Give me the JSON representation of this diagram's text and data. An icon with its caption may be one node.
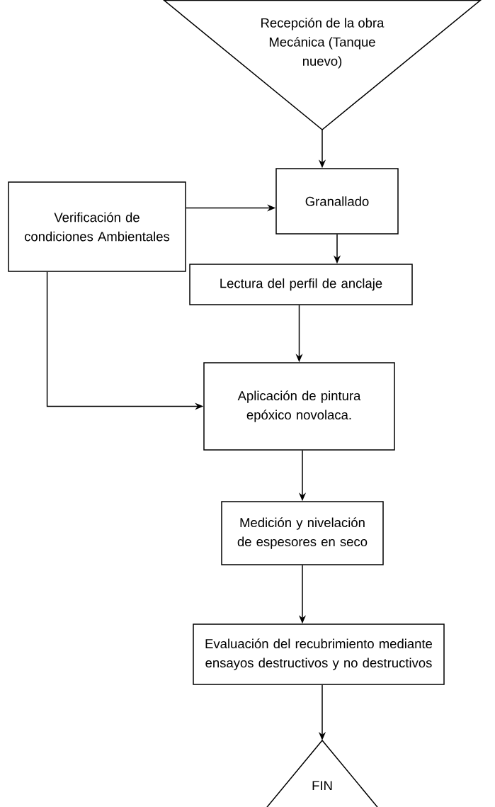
{
  "diagram": {
    "nodes": [
      {
        "text": [
          "Recepción de la obra Mecánica (Tanque nuevo)"
        ]
      },
      {
        "text": [
          "Verificación de condiciones Ambientales"
        ]
      },
      {
        "text": [
          "Granallado"
        ]
      },
      {
        "text": [
          "Lectura del perfil de anclaje"
        ]
      },
      {
        "text": [
          "Aplicación de pintura epóxico novolaca."
        ]
      },
      {
        "text": [
          "Medición y nivelación de espesores en seco"
        ]
      },
      {
        "text": [
          "Evaluación del recubrimiento mediante ensayos destructivos y no destructivos"
        ]
      },
      {
        "text": [
          "FIN"
        ]
      }
    ],
    "edges": [
      {
        "from": 0,
        "to": 2,
        "arrow": "to"
      },
      {
        "from": 1,
        "to": 2,
        "arrow": "to"
      },
      {
        "from": 2,
        "to": 3,
        "arrow": "to"
      },
      {
        "from": 3,
        "to": 4,
        "arrow": "to"
      },
      {
        "from": 1,
        "to": 4,
        "arrow": "to"
      },
      {
        "from": 4,
        "to": 5,
        "arrow": "to"
      },
      {
        "from": 5,
        "to": 6,
        "arrow": "to"
      },
      {
        "from": 6,
        "to": 7,
        "arrow": "to"
      }
    ]
  }
}
